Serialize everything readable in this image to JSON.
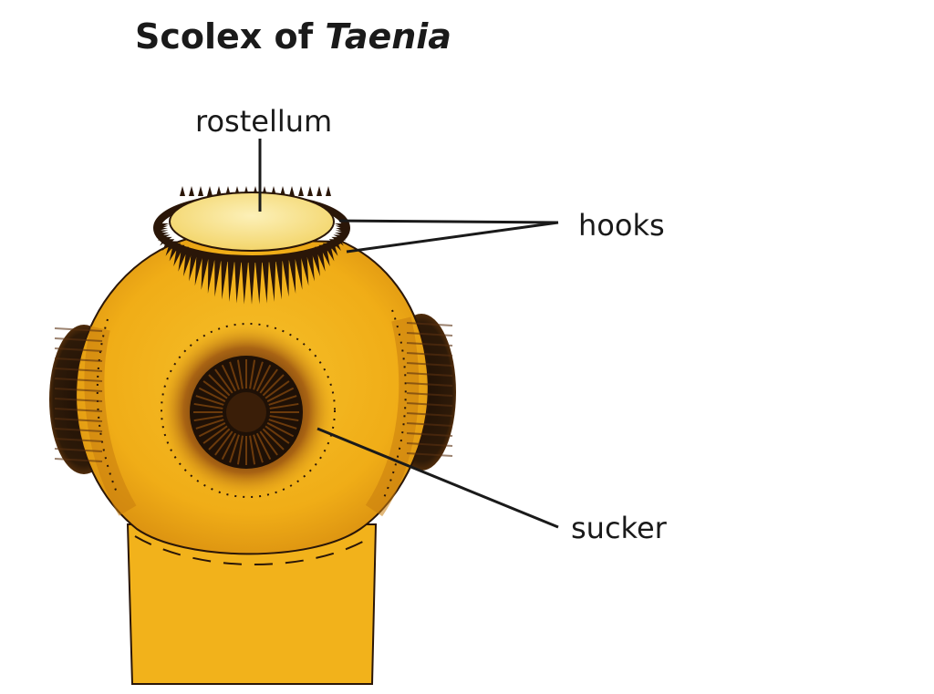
{
  "title": {
    "main": "Scolex of ",
    "genus": "Taenia"
  },
  "labels": {
    "rostellum": "rostellum",
    "hooks": "hooks",
    "sucker": "sucker"
  },
  "colors": {
    "body": "#f2b21b",
    "body_shade": "#d98f10",
    "rostellum": "#fae79a",
    "dark": "#2a1608",
    "sucker_ring": "#7a3e0e",
    "line": "#1a1a1a"
  }
}
